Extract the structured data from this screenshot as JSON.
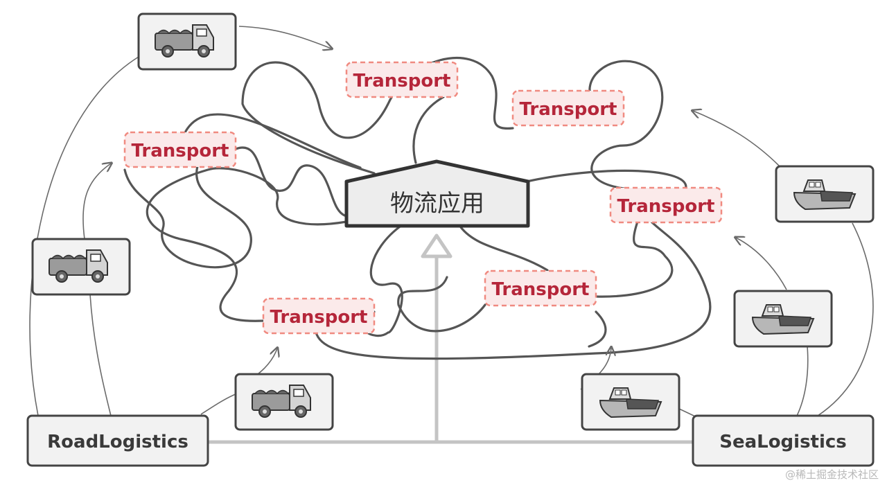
{
  "app_box": {
    "label": "物流应用"
  },
  "transports": [
    {
      "label": "Transport"
    },
    {
      "label": "Transport"
    },
    {
      "label": "Transport"
    },
    {
      "label": "Transport"
    },
    {
      "label": "Transport"
    },
    {
      "label": "Transport"
    }
  ],
  "road_logistics": {
    "label": "RoadLogistics"
  },
  "sea_logistics": {
    "label": "SeaLogistics"
  },
  "watermark": "@稀土掘金技术社区",
  "icons": {
    "truck": "truck-icon",
    "ship": "ship-icon"
  },
  "colors": {
    "transport_text": "#b5263a",
    "transport_border": "#f08a80",
    "transport_fill": "#fbeaea",
    "wire": "#555555",
    "inheritance": "#c4c4c4"
  }
}
